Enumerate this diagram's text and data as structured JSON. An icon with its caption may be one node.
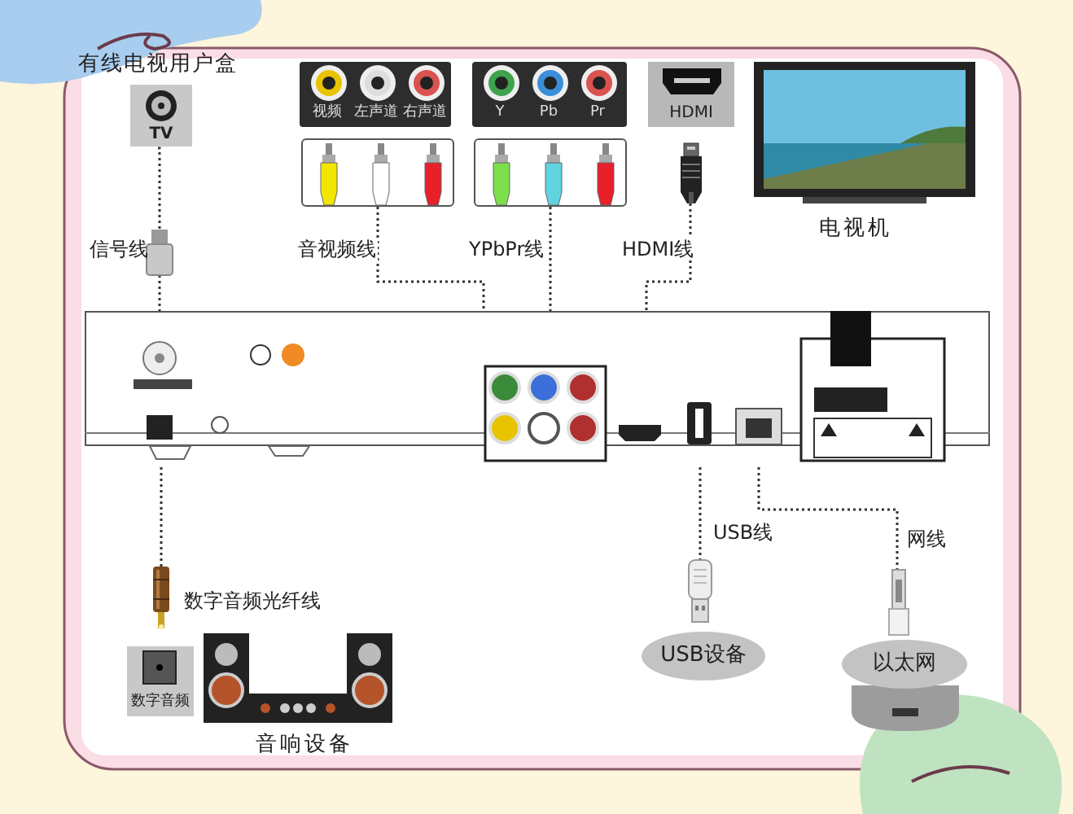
{
  "diagram": {
    "nodes": [
      {
        "text": [
          "有线电视用户盒",
          "TV"
        ]
      },
      {
        "text": [
          "视频",
          "左声道",
          "右声道"
        ]
      },
      {
        "text": [
          "Y",
          "Pb",
          "Pr"
        ]
      },
      {
        "text": [
          "HDMI"
        ]
      },
      {
        "text": [
          "电视机"
        ]
      },
      {
        "text": [],
        "shape": "box"
      },
      {
        "text": [],
        "shape": "box"
      },
      {
        "text": [],
        "shape": "picture"
      },
      {
        "text": [],
        "shape": "picture",
        "beside": [
          "信号线"
        ]
      },
      {
        "text": [],
        "shape": "picture"
      },
      {
        "text": [],
        "shape": "picture",
        "beside": [
          "数字音频光纤线"
        ]
      },
      {
        "text": [
          "数字音频"
        ]
      },
      {
        "text": [
          "音响设备"
        ]
      },
      {
        "text": [],
        "shape": "picture"
      },
      {
        "text": [
          "USB设备"
        ]
      },
      {
        "text": [],
        "shape": "picture"
      },
      {
        "text": [
          "以太网"
        ]
      }
    ],
    "edges": [
      {
        "from": 0,
        "to": 8,
        "arrow": "none"
      },
      {
        "from": 8,
        "to": 9,
        "arrow": "none"
      },
      {
        "from": 5,
        "to": 9,
        "arrow": "none",
        "label": "音视频线"
      },
      {
        "from": 6,
        "to": 9,
        "arrow": "none",
        "label": "YPbPr线"
      },
      {
        "from": 7,
        "to": 9,
        "arrow": "none",
        "label": "HDMI线"
      },
      {
        "from": 9,
        "to": 10,
        "arrow": "none"
      },
      {
        "from": 9,
        "to": 13,
        "arrow": "none",
        "label": "USB线"
      },
      {
        "from": 9,
        "to": 15,
        "arrow": "none",
        "label": "网线"
      }
    ]
  }
}
